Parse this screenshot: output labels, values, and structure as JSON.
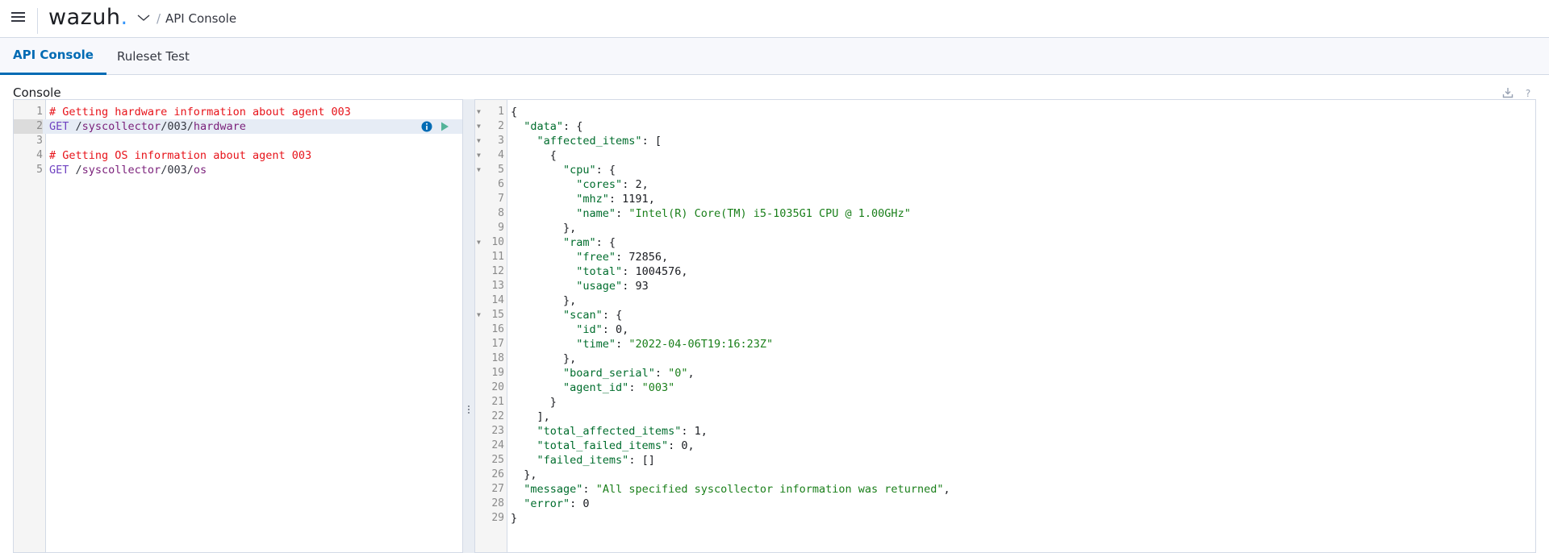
{
  "header": {
    "logo_text": "wazuh",
    "logo_dot": ".",
    "breadcrumb_sep": "/",
    "breadcrumb": "API Console",
    "accent_color": "#3595f9"
  },
  "tabs": [
    {
      "label": "API Console",
      "active": true
    },
    {
      "label": "Ruleset Test",
      "active": false
    }
  ],
  "console": {
    "label": "Console",
    "tools": [
      "download-icon",
      "help-icon"
    ]
  },
  "request_editor": {
    "lines": [
      {
        "n": "1",
        "comment": "# Getting hardware information about agent 003"
      },
      {
        "n": "2",
        "method": "GET",
        "slash1": " /",
        "seg1": "syscollector",
        "slash2": "/",
        "seg2": "003",
        "slash3": "/",
        "seg3": "hardware"
      },
      {
        "n": "3"
      },
      {
        "n": "4",
        "comment": "# Getting OS information about agent 003"
      },
      {
        "n": "5",
        "method": "GET",
        "slash1": " /",
        "seg1": "syscollector",
        "slash2": "/",
        "seg2": "003",
        "slash3": "/",
        "seg3": "os"
      }
    ],
    "actions": [
      "info-icon",
      "play-icon"
    ]
  },
  "response_editor": {
    "lines": [
      {
        "n": "1",
        "fold": true,
        "text": "{"
      },
      {
        "n": "2",
        "fold": true,
        "indent": "  ",
        "key": "\"data\"",
        "rest": ": {"
      },
      {
        "n": "3",
        "fold": true,
        "indent": "    ",
        "key": "\"affected_items\"",
        "rest": ": ["
      },
      {
        "n": "4",
        "fold": true,
        "indent": "      ",
        "text": "{"
      },
      {
        "n": "5",
        "fold": true,
        "indent": "        ",
        "key": "\"cpu\"",
        "rest": ": {"
      },
      {
        "n": "6",
        "indent": "          ",
        "key": "\"cores\"",
        "rest": ": 2,"
      },
      {
        "n": "7",
        "indent": "          ",
        "key": "\"mhz\"",
        "rest": ": 1191,"
      },
      {
        "n": "8",
        "indent": "          ",
        "key": "\"name\"",
        "rest": ": ",
        "str": "\"Intel(R) Core(TM) i5-1035G1 CPU @ 1.00GHz\""
      },
      {
        "n": "9",
        "indent": "        ",
        "text": "},"
      },
      {
        "n": "10",
        "fold": true,
        "indent": "        ",
        "key": "\"ram\"",
        "rest": ": {"
      },
      {
        "n": "11",
        "indent": "          ",
        "key": "\"free\"",
        "rest": ": 72856,"
      },
      {
        "n": "12",
        "indent": "          ",
        "key": "\"total\"",
        "rest": ": 1004576,"
      },
      {
        "n": "13",
        "indent": "          ",
        "key": "\"usage\"",
        "rest": ": 93"
      },
      {
        "n": "14",
        "indent": "        ",
        "text": "},"
      },
      {
        "n": "15",
        "fold": true,
        "indent": "        ",
        "key": "\"scan\"",
        "rest": ": {"
      },
      {
        "n": "16",
        "indent": "          ",
        "key": "\"id\"",
        "rest": ": 0,"
      },
      {
        "n": "17",
        "indent": "          ",
        "key": "\"time\"",
        "rest": ": ",
        "str": "\"2022-04-06T19:16:23Z\""
      },
      {
        "n": "18",
        "indent": "        ",
        "text": "},"
      },
      {
        "n": "19",
        "indent": "        ",
        "key": "\"board_serial\"",
        "rest": ": ",
        "str": "\"0\"",
        "tail": ","
      },
      {
        "n": "20",
        "indent": "        ",
        "key": "\"agent_id\"",
        "rest": ": ",
        "str": "\"003\""
      },
      {
        "n": "21",
        "indent": "      ",
        "text": "}"
      },
      {
        "n": "22",
        "indent": "    ",
        "text": "],"
      },
      {
        "n": "23",
        "indent": "    ",
        "key": "\"total_affected_items\"",
        "rest": ": 1,"
      },
      {
        "n": "24",
        "indent": "    ",
        "key": "\"total_failed_items\"",
        "rest": ": 0,"
      },
      {
        "n": "25",
        "indent": "    ",
        "key": "\"failed_items\"",
        "rest": ": []"
      },
      {
        "n": "26",
        "indent": "  ",
        "text": "},"
      },
      {
        "n": "27",
        "indent": "  ",
        "key": "\"message\"",
        "rest": ": ",
        "str": "\"All specified syscollector information was returned\"",
        "tail": ","
      },
      {
        "n": "28",
        "indent": "  ",
        "key": "\"error\"",
        "rest": ": 0"
      },
      {
        "n": "29",
        "text": "}"
      }
    ]
  }
}
